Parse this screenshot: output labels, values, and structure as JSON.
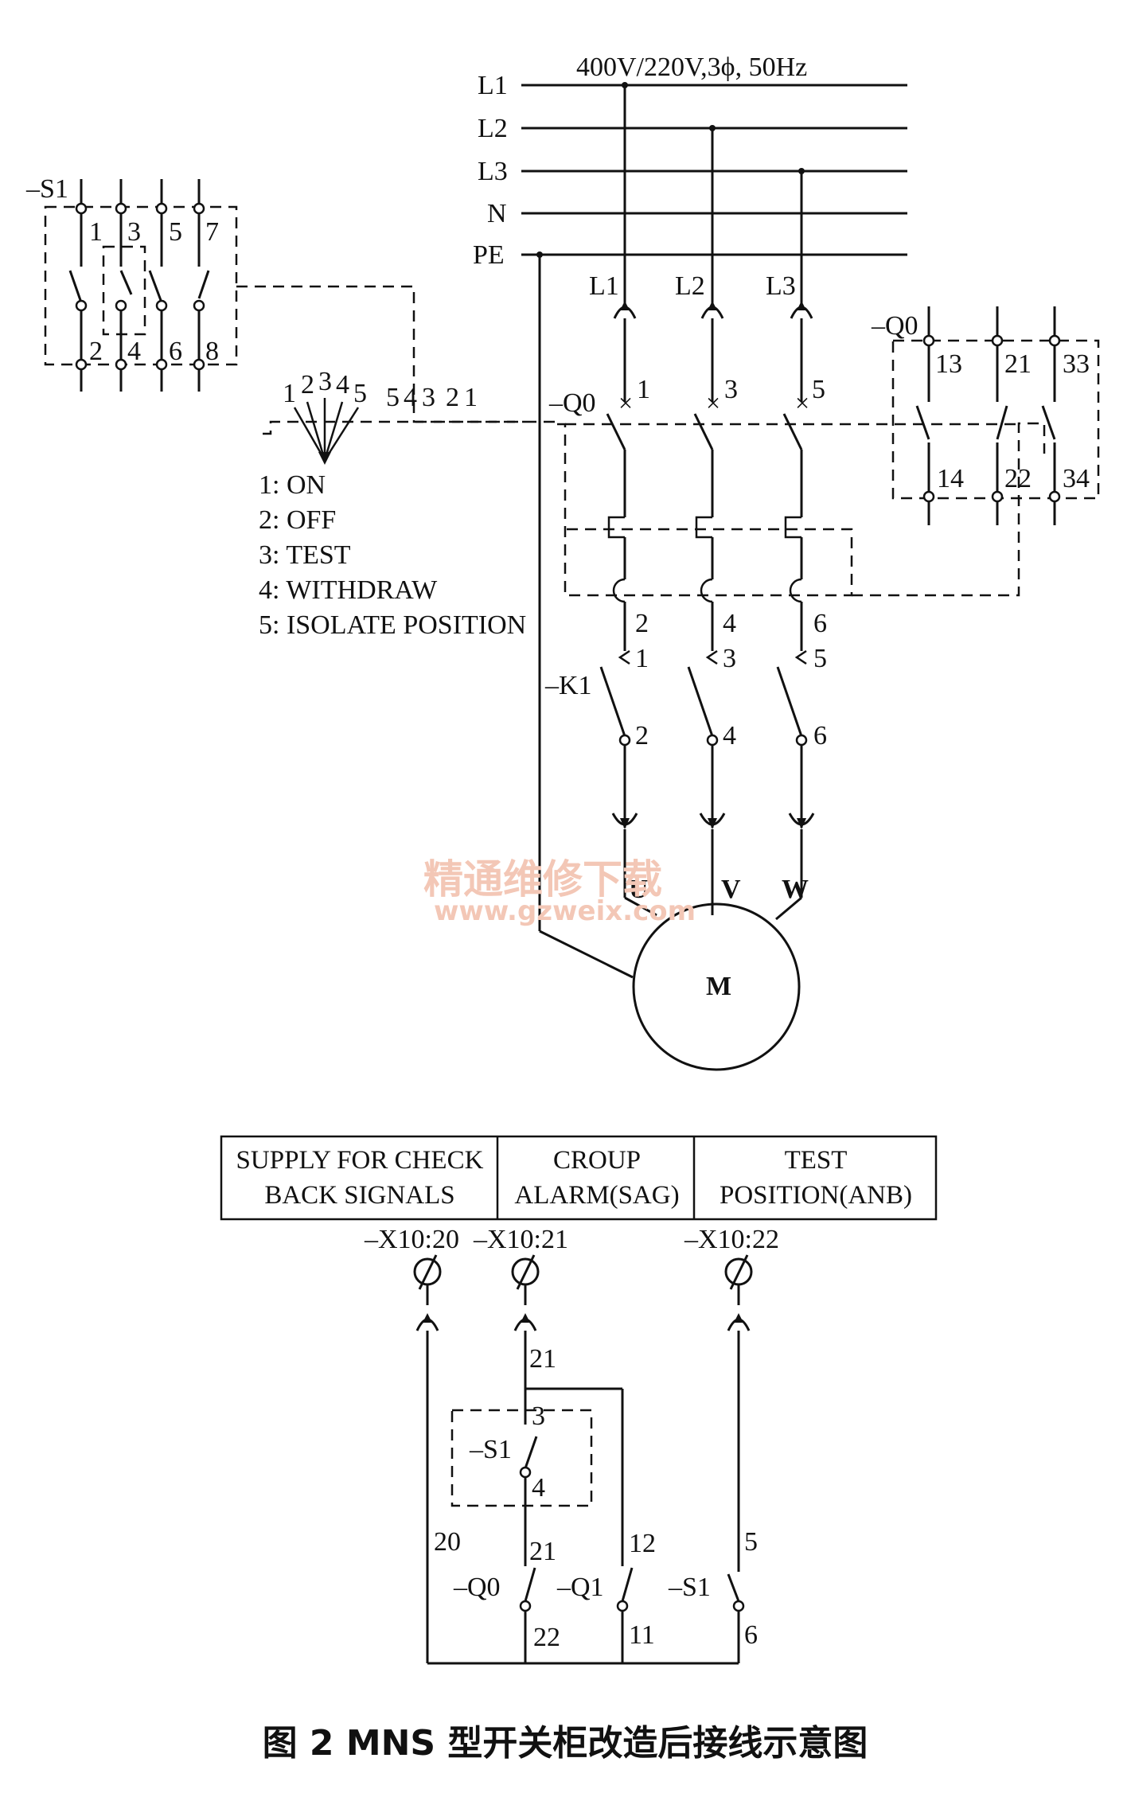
{
  "supply": {
    "voltage": "400V/220V,3ϕ, 50Hz",
    "buses": [
      "L1",
      "L2",
      "L3",
      "N",
      "PE"
    ],
    "taps": [
      "L1",
      "L2",
      "L3"
    ]
  },
  "s1_switch": {
    "name": "–S1",
    "top_terminals": [
      "1",
      "3",
      "5",
      "7"
    ],
    "bottom_terminals": [
      "2",
      "4",
      "6",
      "8"
    ]
  },
  "selector": {
    "positions": [
      "1",
      "2",
      "3",
      "4",
      "5"
    ],
    "contacts": [
      "5",
      "4",
      "3",
      "2",
      "1"
    ],
    "legend": [
      "1: ON",
      "2: OFF",
      "3: TEST",
      "4: WITHDRAW",
      "5: ISOLATE POSITION"
    ]
  },
  "q0_breaker": {
    "name": "–Q0",
    "line_terminals": [
      "1",
      "3",
      "5"
    ],
    "load_terminals": [
      "2",
      "4",
      "6"
    ],
    "plug_terminals": [
      "1",
      "3",
      "5"
    ]
  },
  "q0_aux": {
    "name": "–Q0",
    "top_terminals": [
      "13",
      "21",
      "33"
    ],
    "bottom_terminals": [
      "14",
      "22",
      "34"
    ]
  },
  "k1_contactor": {
    "name": "–K1",
    "terminals": [
      "2",
      "4",
      "6"
    ]
  },
  "motor": {
    "name": "M",
    "phases": [
      "U",
      "V",
      "W"
    ]
  },
  "signal_table": {
    "headers": [
      [
        "SUPPLY FOR CHECK",
        "BACK SIGNALS"
      ],
      [
        "CROUP",
        "ALARM(SAG)"
      ],
      [
        "TEST",
        "POSITION(ANB)"
      ]
    ]
  },
  "terminals_x10": [
    "–X10:20",
    "–X10:21",
    "–X10:22"
  ],
  "control_circuit": {
    "wire_20": "20",
    "wire_21_top": "21",
    "s1_name": "–S1",
    "s1_contacts": [
      "3",
      "4"
    ],
    "q0_name": "–Q0",
    "q0_contacts": [
      "21",
      "22"
    ],
    "q1_name": "–Q1",
    "q1_contacts": [
      "12",
      "11"
    ],
    "s1b_name": "–S1",
    "s1b_contacts": [
      "5",
      "6"
    ]
  },
  "watermark": {
    "line1": "精通维修下载",
    "line2": "www.gzweix.com"
  },
  "caption": "图 2    MNS 型开关柜改造后接线示意图"
}
